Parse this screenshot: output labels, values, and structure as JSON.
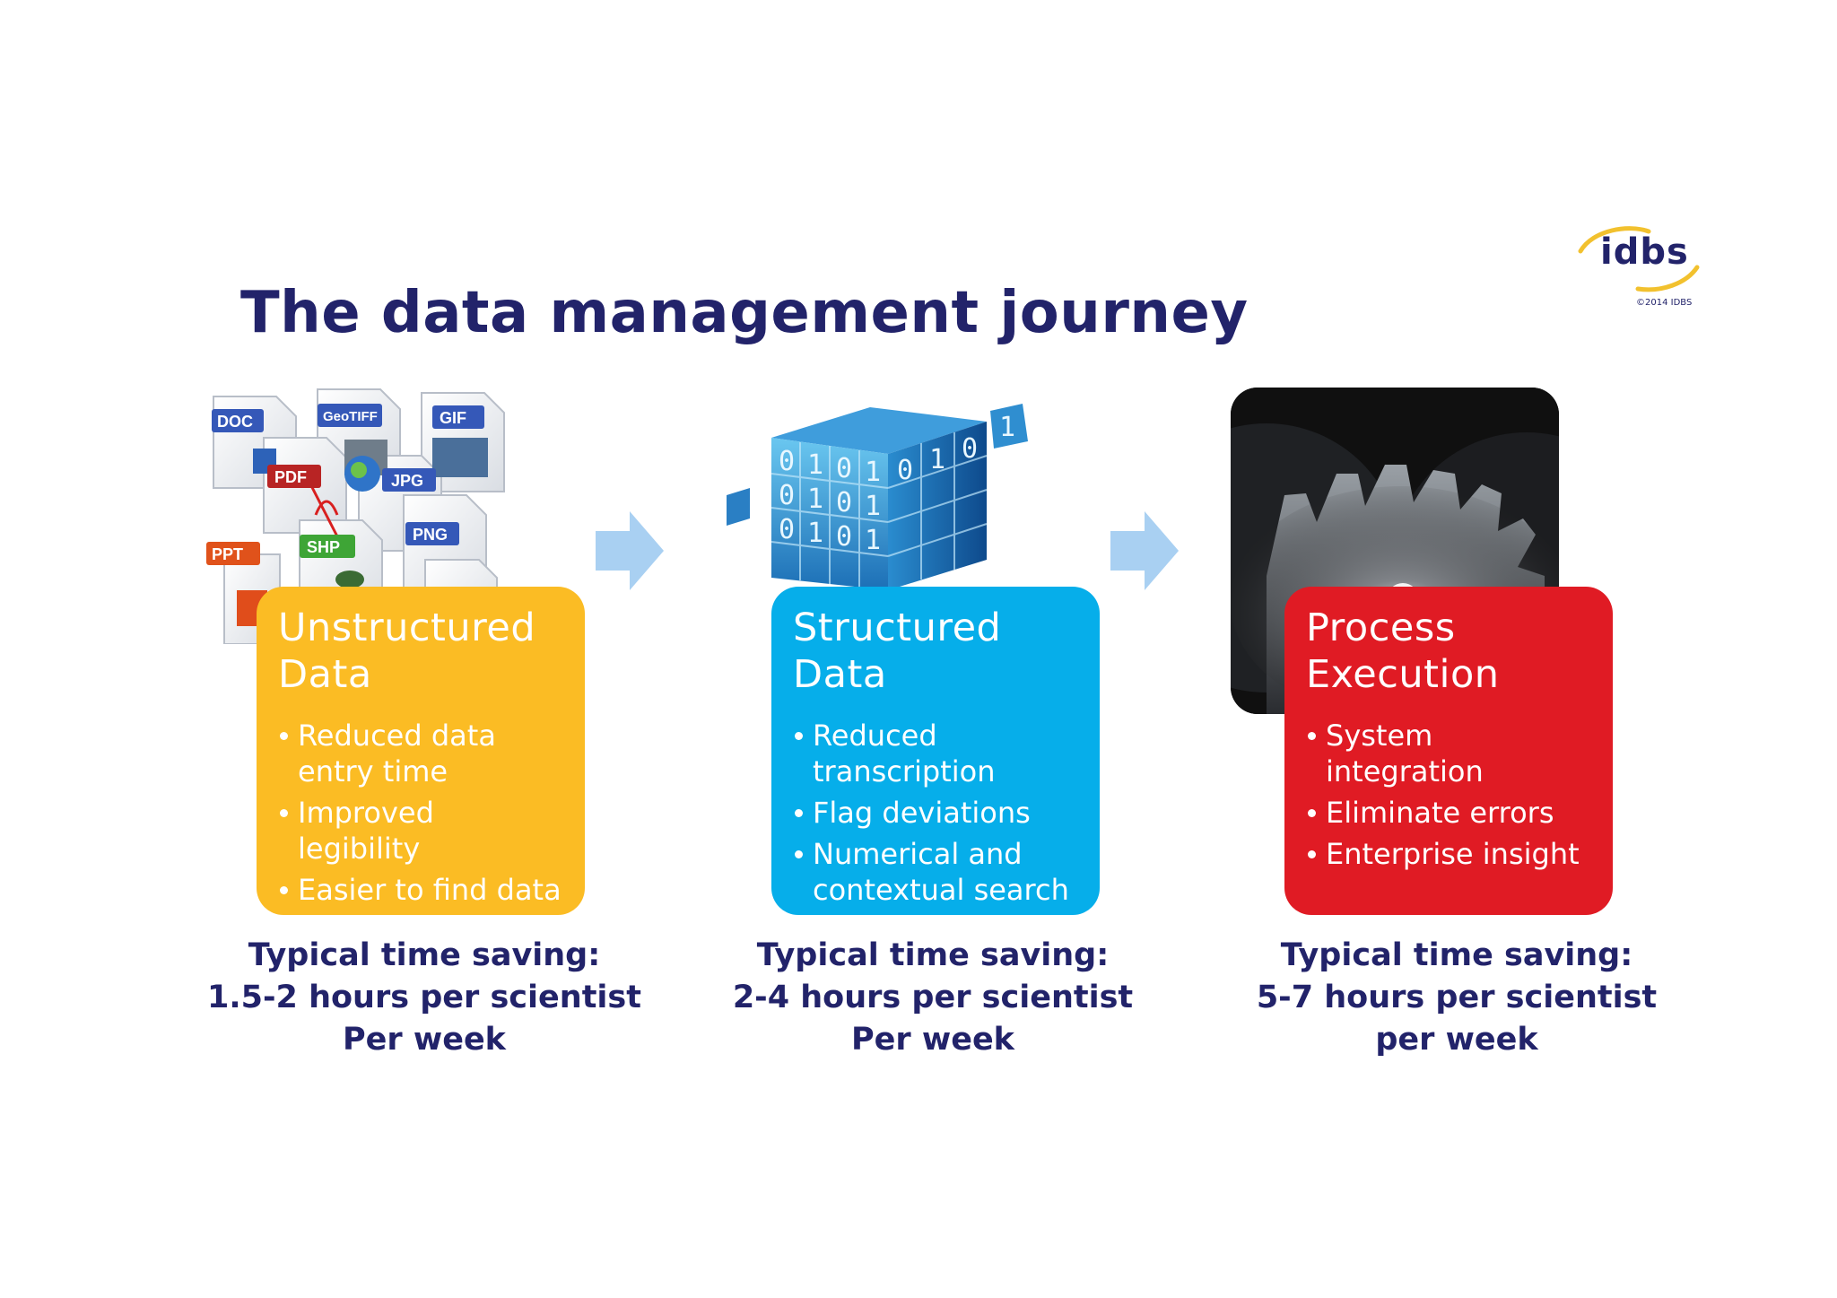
{
  "title": "The data management journey",
  "logo": {
    "word": "idbs",
    "copyright": "©2014 IDBS",
    "colors": {
      "navy": "#22236a",
      "swoosh": "#f2c12e"
    }
  },
  "file_labels": [
    "DOC",
    "GeoTIFF",
    "GIF",
    "PDF",
    "JPG",
    "PNG",
    "PPT",
    "SHP"
  ],
  "cube_digits": [
    "0",
    "1",
    "0",
    "1",
    "0",
    "1",
    "0",
    "1",
    "0",
    "1",
    "0",
    "1",
    "0",
    "1",
    "0",
    "1"
  ],
  "stages": [
    {
      "heading": [
        "Unstructured",
        "Data"
      ],
      "color": "#fbbc24",
      "bullets": [
        "Reduced data entry time",
        "Improved legibility",
        "Easier to find data"
      ],
      "saving": [
        "Typical time saving:",
        "1.5-2 hours per scientist",
        "Per week"
      ]
    },
    {
      "heading": [
        "Structured",
        "Data"
      ],
      "color": "#06aeea",
      "bullets": [
        "Reduced transcription",
        "Flag deviations",
        "Numerical and contextual search"
      ],
      "saving": [
        "Typical time saving:",
        "2-4 hours per scientist",
        "Per week"
      ]
    },
    {
      "heading": [
        "Process",
        "Execution"
      ],
      "color": "#e01b24",
      "bullets": [
        "System integration",
        "Eliminate errors",
        "Enterprise insight"
      ],
      "saving": [
        "Typical time saving:",
        "5-7 hours per scientist",
        "per week"
      ]
    }
  ],
  "arrow_color": "#a9d0f2",
  "icons": [
    "right-arrow-icon",
    "file-format-icon",
    "data-cube-icon",
    "gears-icon"
  ]
}
